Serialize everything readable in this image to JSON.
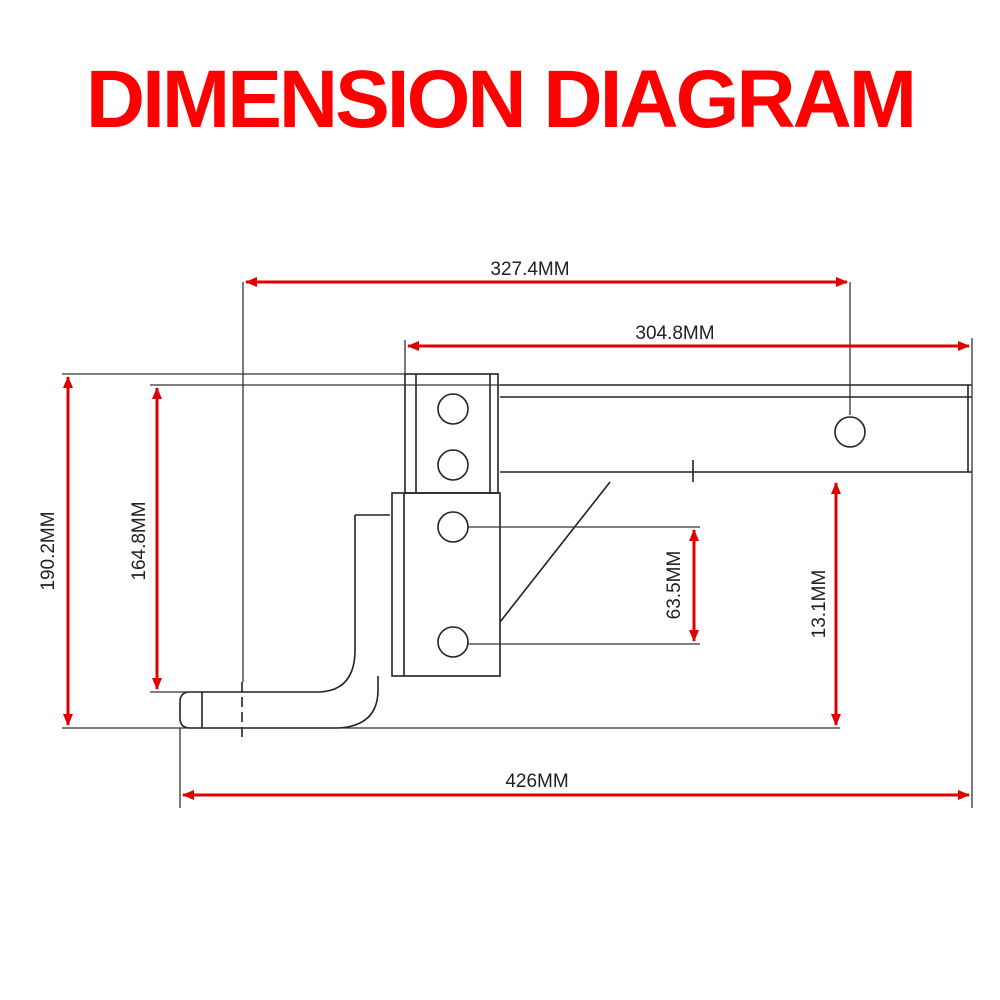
{
  "title": "DIMENSION DIAGRAM",
  "accent_color": "#ff0000",
  "line_color": "#222222",
  "dimensions": {
    "d1": "327.4MM",
    "d2": "304.8MM",
    "d3": "190.2MM",
    "d4": "164.8MM",
    "d5": "63.5MM",
    "d6": "13.1MM",
    "d7": "426MM"
  }
}
